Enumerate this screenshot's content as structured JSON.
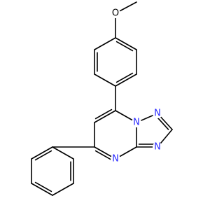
{
  "molecule": {
    "atoms": {
      "o": {
        "symbol": "O",
        "color": "#000000"
      },
      "n1": {
        "symbol": "N",
        "color": "#2a2aff"
      },
      "n2": {
        "symbol": "N",
        "color": "#2a2aff"
      },
      "n3": {
        "symbol": "N",
        "color": "#2a2aff"
      },
      "n4": {
        "symbol": "N",
        "color": "#2a2aff"
      }
    },
    "bond_color": "#000000",
    "heteroatom_color": "#2a2aff"
  }
}
